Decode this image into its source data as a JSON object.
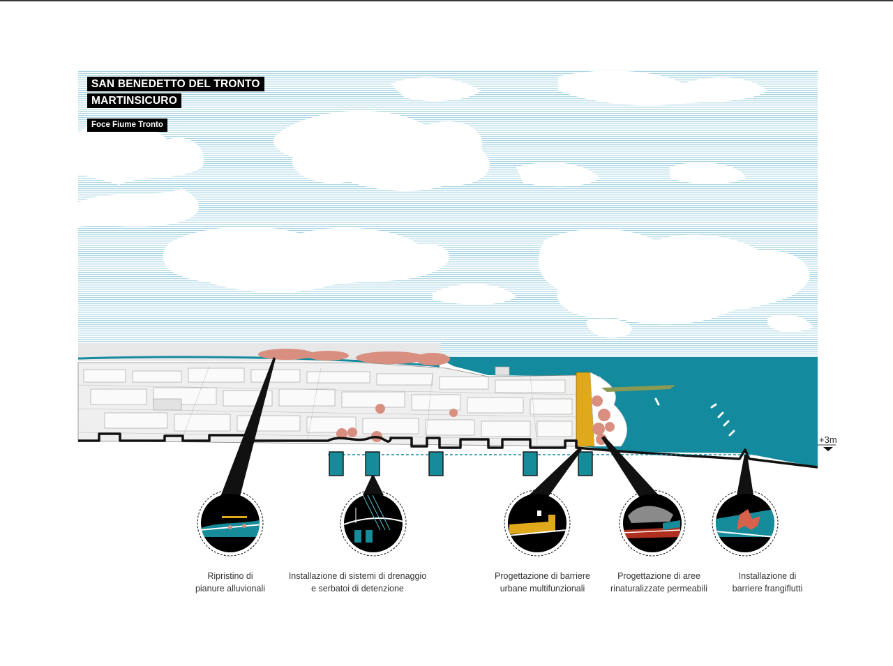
{
  "header": {
    "title_line1": "SAN BENEDETTO DEL TRONTO",
    "title_line2": "MARTINSICURO",
    "subtitle": "Foce Fiume Tronto"
  },
  "section": {
    "level_marker": "+3m"
  },
  "colors": {
    "sea": "#148a9e",
    "sky_lines": "#a9d6e3",
    "vegetation": "#d98f80",
    "barrier": "#e0a91c",
    "ground": "#111111",
    "tank": "#168b9a"
  },
  "interventions": [
    {
      "icon": "floodplain-restoration-icon",
      "line1": "Ripristino di",
      "line2": "pianure alluvionali"
    },
    {
      "icon": "drainage-tanks-icon",
      "line1": "Installazione di sistemi di drenaggio",
      "line2": "e serbatoi di detenzione"
    },
    {
      "icon": "urban-barrier-icon",
      "line1": "Progettazione di barriere",
      "line2": "urbane multifunzionali"
    },
    {
      "icon": "renaturalized-area-icon",
      "line1": "Progettazione di aree",
      "line2": "rinaturalizzate permeabili"
    },
    {
      "icon": "breakwater-icon",
      "line1": "Installazione di",
      "line2": "barriere frangiflutti"
    }
  ]
}
